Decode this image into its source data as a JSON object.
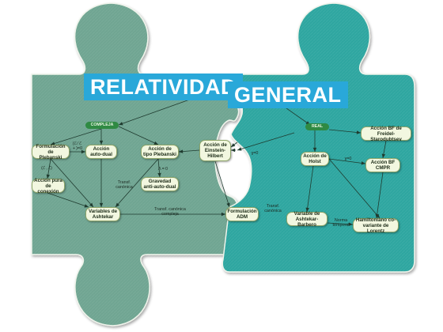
{
  "titles": {
    "left": "RELATIVIDAD",
    "right": "GENERAL"
  },
  "colors": {
    "left_piece": "#6fa592",
    "right_piece": "#2da6a0",
    "title_bg": "#29a8d9",
    "node_fill": "#f2f7e0",
    "pill_fill": "#2f8a43"
  },
  "pills": {
    "complex": "COMPLEJA",
    "real": "REAL"
  },
  "nodes": {
    "plebanski_formulation": "Formulación de\nPlebanski",
    "self_dual_action": "Acción\nauto-dual",
    "plebanski_type_action": "Acción de\ntipo Plebanski",
    "einstein_hilbert_action": "Acción de\nEinstein-\nHilbert",
    "pure_connection_action": "Acción pura\nde conexión",
    "anti_self_dual_gravity": "Gravedad\nanti-auto-dual",
    "ashtekar_variables": "Variables de\nAshtekar",
    "adm_formulation": "Formulación\nADM",
    "holst_action": "Acción de\nHolst",
    "bf_freidel_action": "Acción BF de\nFreidel-Starodubtsev",
    "bf_cmpr_action": "Acción  BF\nCMPR",
    "ashtekar_barbero_variables": "Variable de\nAshtekar-Barbero",
    "lorentz_covariant_hamiltonian": "Hamiltoniano co-\nvariante de Lorentz"
  },
  "edge_labels": {
    "canonical_transf_left": "Transf.\ncanónica",
    "complex_canonical_transf": "Transf. canónica\ncompleja",
    "canonical_transf_right": "Transf.\ncanónica",
    "time_gauge": "Norma\ntemporal",
    "sym_omega_zero": "(ℰ ⁄ ℰ + )=0",
    "sym_eps_zero": "(ℰ , ℰ)",
    "sym_lambda_zero": "Λ = 0",
    "sym_gamma_zero_left": "ɣ=0",
    "sym_gamma_zero_right": "ɣ=0"
  }
}
